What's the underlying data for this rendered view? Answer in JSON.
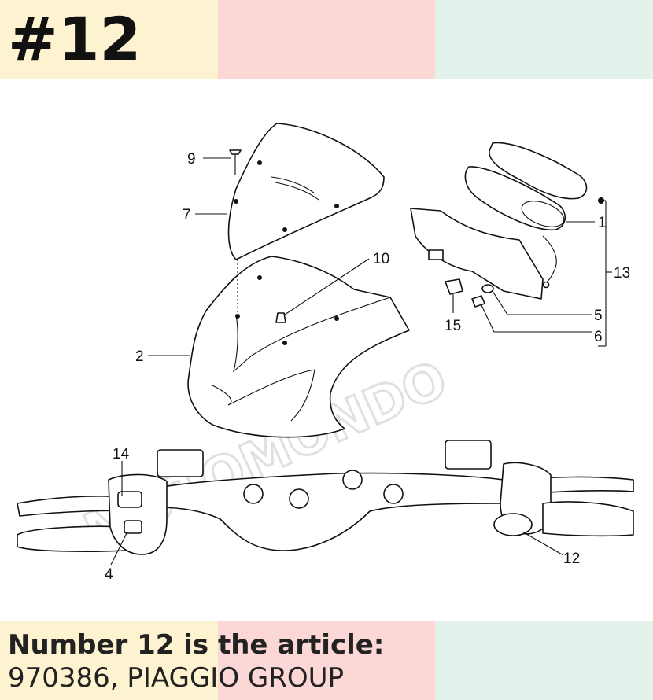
{
  "header": {
    "title": "#12"
  },
  "footer": {
    "line1": "Number 12 is the article:",
    "line2": "970386, PIAGGIO GROUP"
  },
  "diagram": {
    "callouts": {
      "c1": "1",
      "c2": "2",
      "c4": "4",
      "c5": "5",
      "c6": "6",
      "c7": "7",
      "c9": "9",
      "c10": "10",
      "c12": "12",
      "c13": "13",
      "c14": "14",
      "c15": "15"
    },
    "watermark": "MOTOMONDO"
  }
}
